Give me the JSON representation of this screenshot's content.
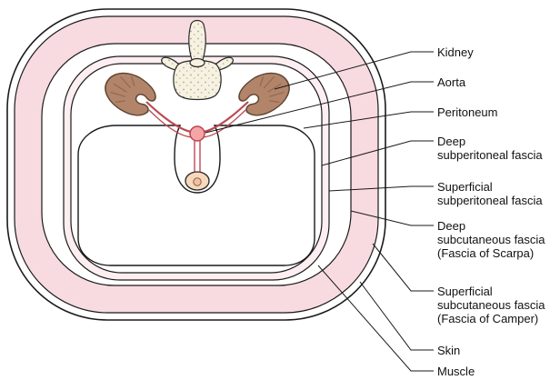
{
  "figure": {
    "type": "anatomical-diagram",
    "labels": [
      {
        "id": "kidney",
        "text": "Kidney",
        "lines": [
          "Kidney"
        ]
      },
      {
        "id": "aorta",
        "text": "Aorta",
        "lines": [
          "Aorta"
        ]
      },
      {
        "id": "peritoneum",
        "text": "Peritoneum",
        "lines": [
          "Peritoneum"
        ]
      },
      {
        "id": "deep-subperitoneal-fascia",
        "text": "Deep subperitoneal fascia",
        "lines": [
          "Deep",
          "subperitoneal fascia"
        ]
      },
      {
        "id": "superficial-subperitoneal-fascia",
        "text": "Superficial subperitoneal fascia",
        "lines": [
          "Superficial",
          "subperitoneal fascia"
        ]
      },
      {
        "id": "deep-subcutaneous-fascia",
        "text": "Deep subcutaneous fascia (Fascia of Scarpa)",
        "lines": [
          "Deep",
          "subcutaneous fascia",
          "(Fascia of Scarpa)"
        ]
      },
      {
        "id": "superficial-subcutaneous-fascia",
        "text": "Superficial subcutaneous fascia (Fascia of Camper)",
        "lines": [
          "Superficial",
          "subcutaneous fascia",
          "(Fascia of Camper)"
        ]
      },
      {
        "id": "skin",
        "text": "Skin",
        "lines": [
          "Skin"
        ]
      },
      {
        "id": "muscle",
        "text": "Muscle",
        "lines": [
          "Muscle"
        ]
      }
    ],
    "colors": {
      "outline": "#1a1a1a",
      "subcutaneous_fat_band": "#f8dbe0",
      "subperitoneal_band": "#fdeef1",
      "kidney_fill": "#b2856b",
      "kidney_outline": "#5f4632",
      "vessel": "#bc4a52",
      "aorta_fill": "#f4a6a6",
      "vertebra_fill": "#f6f1e1",
      "midline_structure_fill": "#f7d8bc",
      "background": "#ffffff"
    }
  }
}
